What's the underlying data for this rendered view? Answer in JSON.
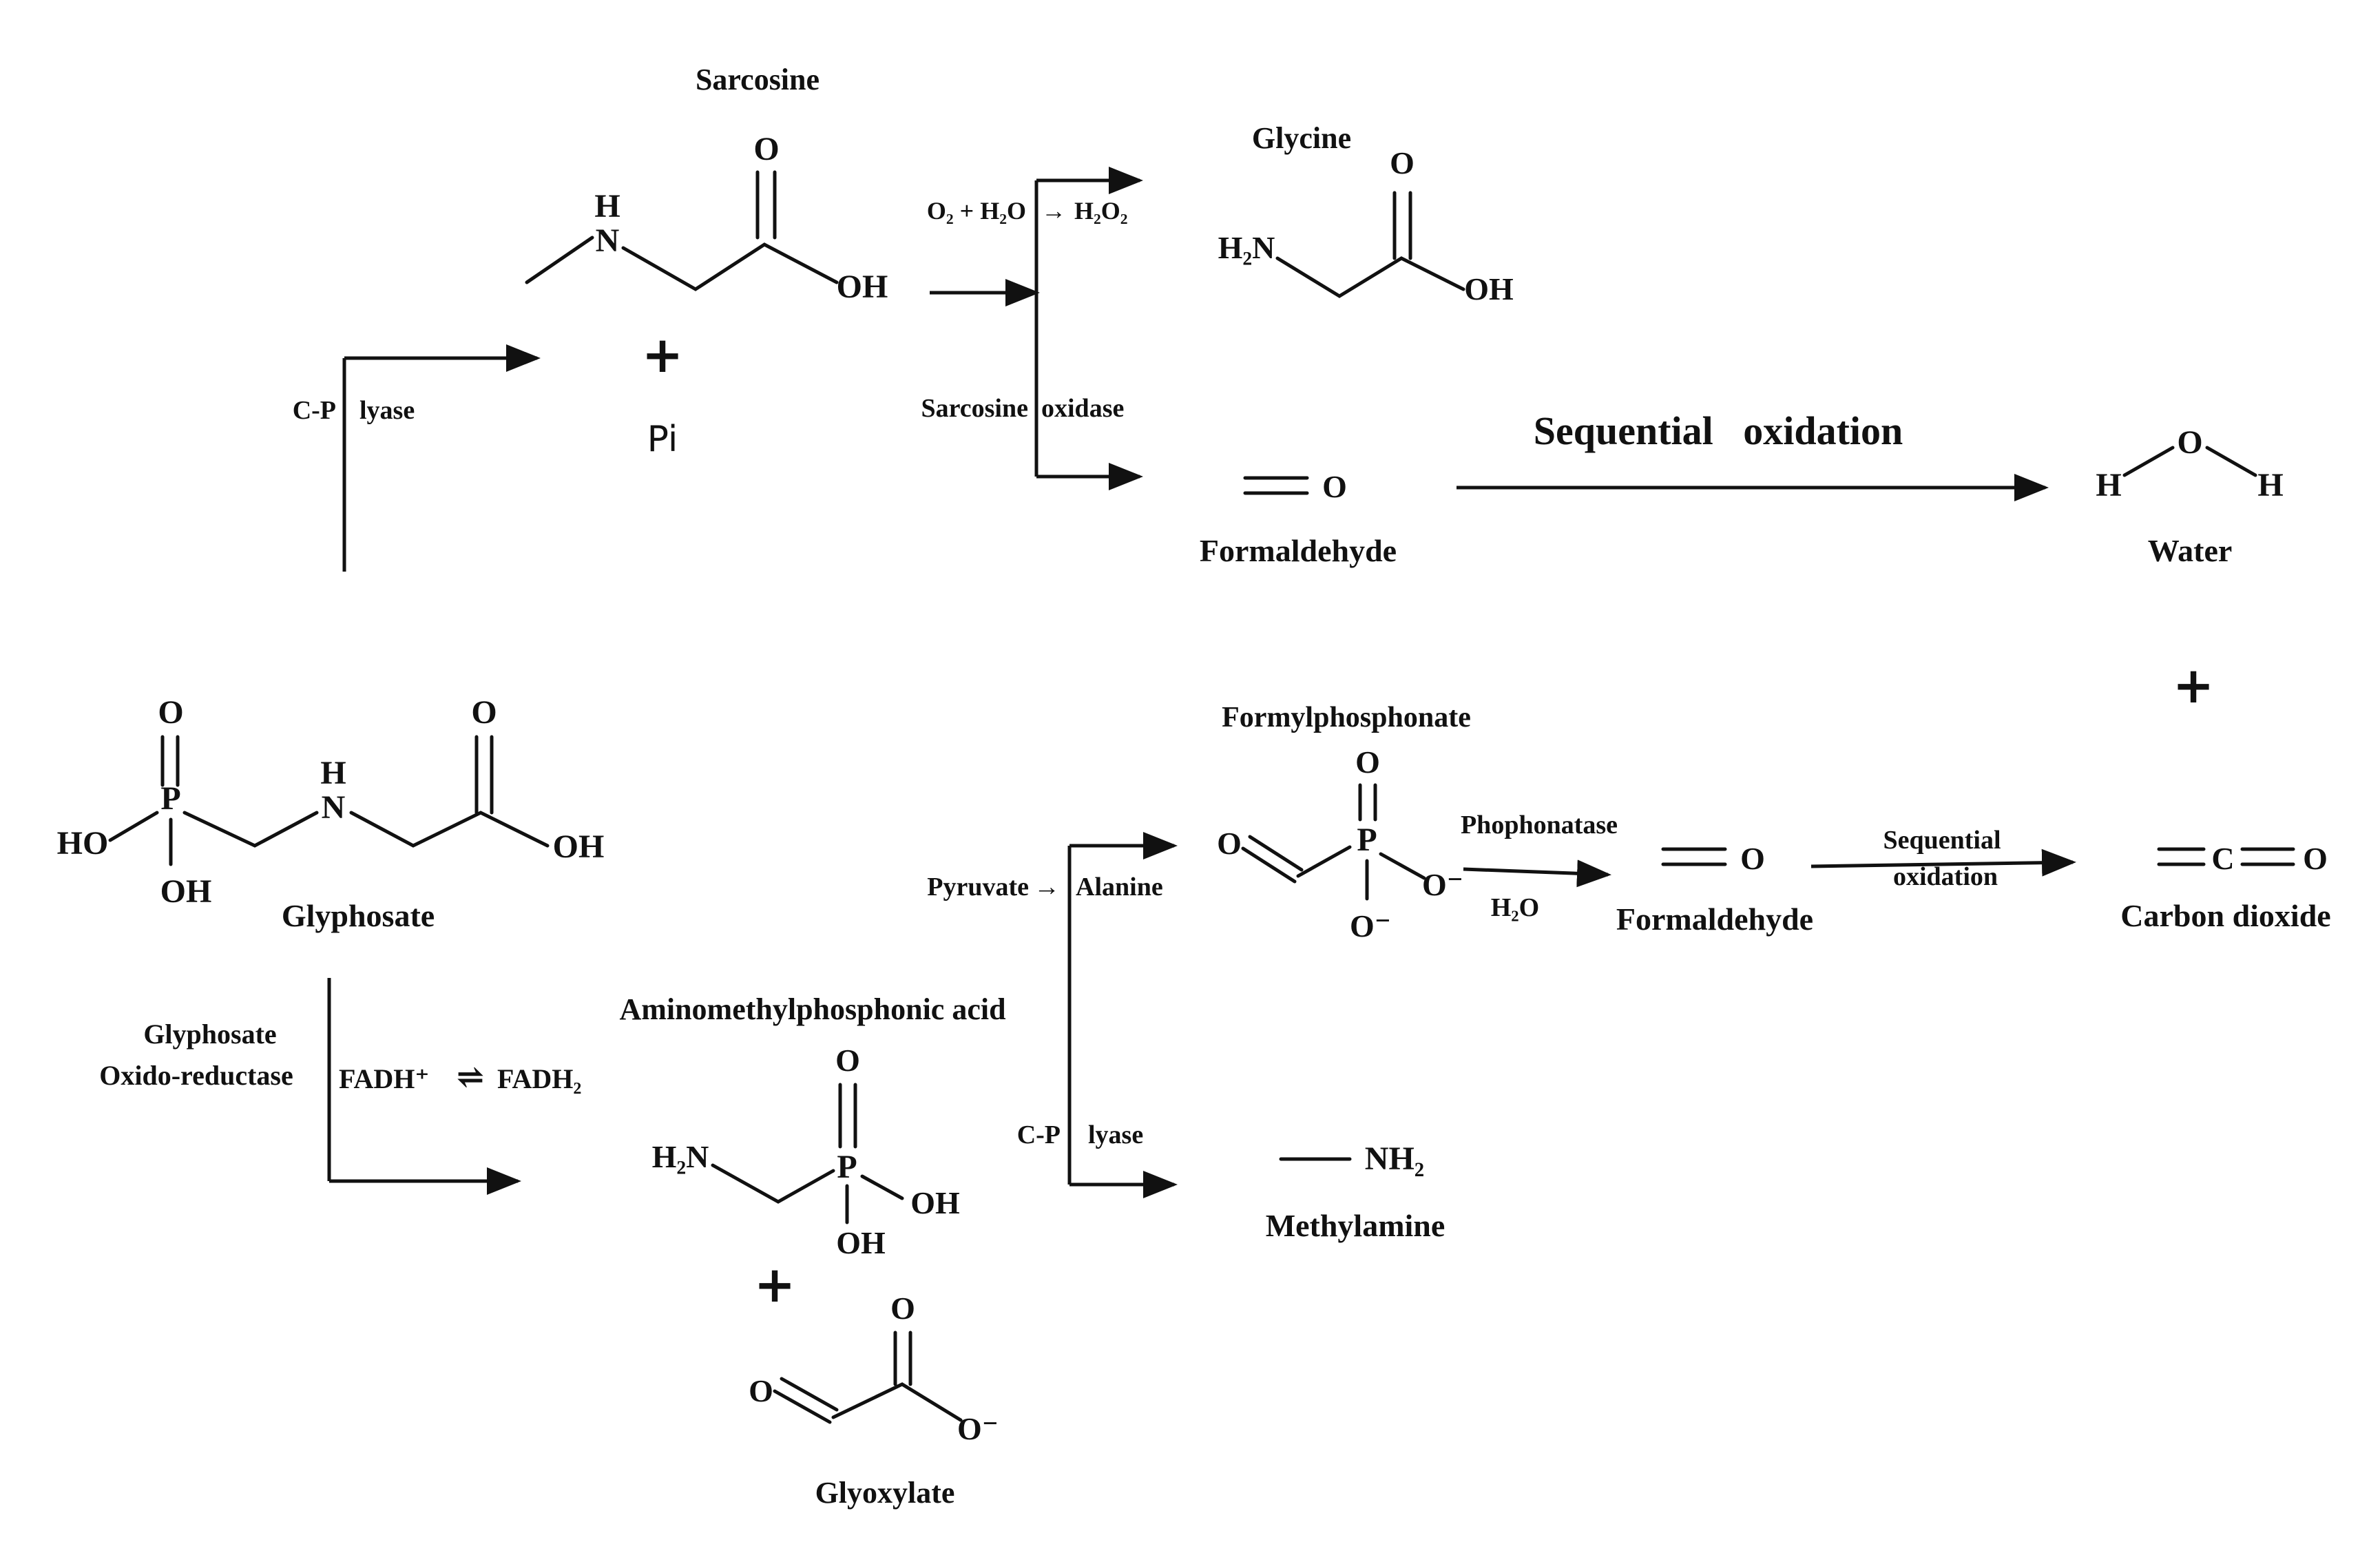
{
  "compounds": {
    "sarcosine": "Sarcosine",
    "pi": "Pi",
    "glycine": "Glycine",
    "formaldehyde_top": "Formaldehyde",
    "water": "Water",
    "glyphosate": "Glyphosate",
    "ampa": "Aminomethylphosphonic acid",
    "formylphosphonate": "Formylphosphonate",
    "formaldehyde_mid": "Formaldehyde",
    "carbon_dioxide": "Carbon dioxide",
    "methylamine": "Methylamine",
    "glyoxylate": "Glyoxylate"
  },
  "conditions": {
    "cp_lyase_top_left": "C-P",
    "cp_lyase_top_right": "lyase",
    "o2_h2o": "O₂ + H₂O",
    "h2o2": "H₂O₂",
    "sarcosine_oxidase_left": "Sarcosine",
    "sarcosine_oxidase_right": "oxidase",
    "sequential_oxidation_top": "Sequential   oxidation",
    "glyphosate_oxidoreductase_1": "Glyphosate",
    "glyphosate_oxidoreductase_2": "Oxido-reductase",
    "fadh_plus": "FADH⁺",
    "equilibrium": "⇌",
    "fadh2": "FADH₂",
    "pyruvate": "Pyruvate",
    "alanine": "Alanine",
    "cp_lyase_bottom_left": "C-P",
    "cp_lyase_bottom_right": "lyase",
    "phophonatase": "Phophonatase",
    "h2o": "H₂O",
    "sequential_oxidation_bottom_1": "Sequential",
    "sequential_oxidation_bottom_2": "oxidation"
  },
  "symbols": {
    "plus": "+",
    "right_arrow": "→",
    "O": "O",
    "H": "H",
    "N": "N",
    "P": "P",
    "C": "C",
    "OH": "OH",
    "HO": "HO",
    "H2N": "H₂N",
    "NH2": "NH₂",
    "O_minus": "O⁻"
  }
}
